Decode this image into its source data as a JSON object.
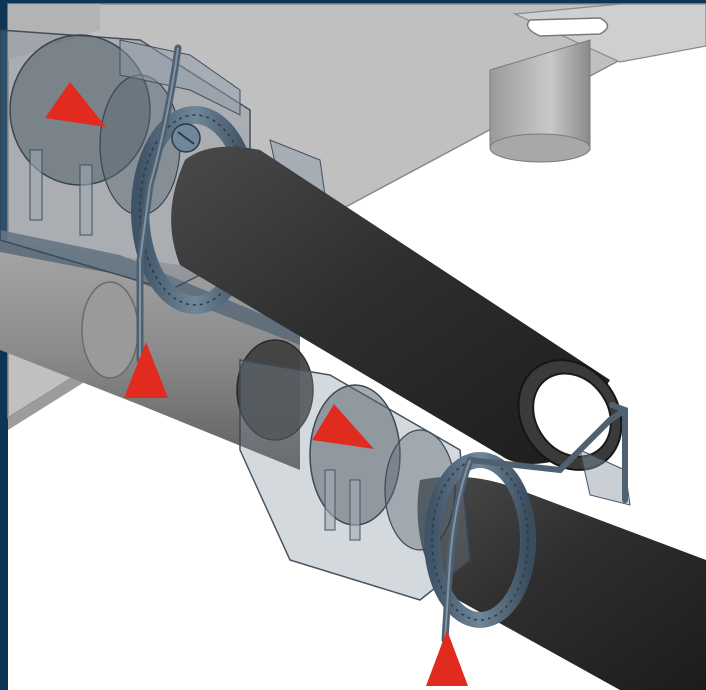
{
  "colors": {
    "frame": "#0c3556",
    "background": "#ffffff",
    "plate": "#bdbdbd",
    "plate_edge": "#8f8f8f",
    "pipe_dark": "#2b2b2b",
    "pipe_light": "#3a3a3a",
    "pipe_grey": "#8a8a8a",
    "clamp_blue": "#5b7083",
    "ghost_body": "#6e7d8c",
    "arrow_red": "#e12b1f"
  },
  "icons": {
    "marker": "triangle-arrow-icon"
  },
  "markers": [
    {
      "id": "upper-fitting",
      "direction": "right"
    },
    {
      "id": "upper-clamp-rod",
      "direction": "up"
    },
    {
      "id": "lower-fitting",
      "direction": "right"
    },
    {
      "id": "lower-clamp-rod",
      "direction": "up"
    }
  ]
}
